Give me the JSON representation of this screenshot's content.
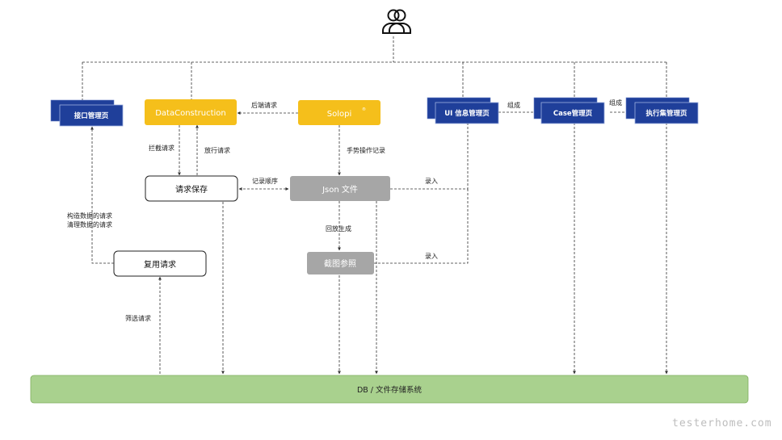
{
  "nodes": {
    "api_page": "接口管理页",
    "data_construction": "DataConstruction",
    "solopi": "Solopi",
    "solopi_mark": "®",
    "ui_info_page": "UI 信息管理页",
    "case_page": "Case管理页",
    "exec_set_page": "执行集管理页",
    "request_save": "请求保存",
    "json_file": "Json 文件",
    "reuse_request": "复用请求",
    "screenshot_ref": "截图参照",
    "db": "DB / 文件存储系统"
  },
  "labels": {
    "backend_request": "后端请求",
    "intercept_request": "拦截请求",
    "release_request": "放行请求",
    "gesture_record": "手势操作记录",
    "record_order": "记录顺序",
    "enter_1": "录入",
    "enter_2": "录入",
    "replay_generate": "回放生成",
    "compose_1": "组成",
    "compose_2": "组成",
    "construct_data_req": "构造数据的请求",
    "clean_data_req": "清理数据的请求",
    "filter_request": "筛选请求"
  },
  "watermark": "testerhome.com",
  "icons": {
    "users": "users-icon"
  },
  "colors": {
    "blue": "#1f3f9a",
    "yellow": "#f5bf1b",
    "gray": "#a6a6a6",
    "green": "#a9d18e",
    "green_border": "#7fae5f",
    "line": "#333333"
  }
}
